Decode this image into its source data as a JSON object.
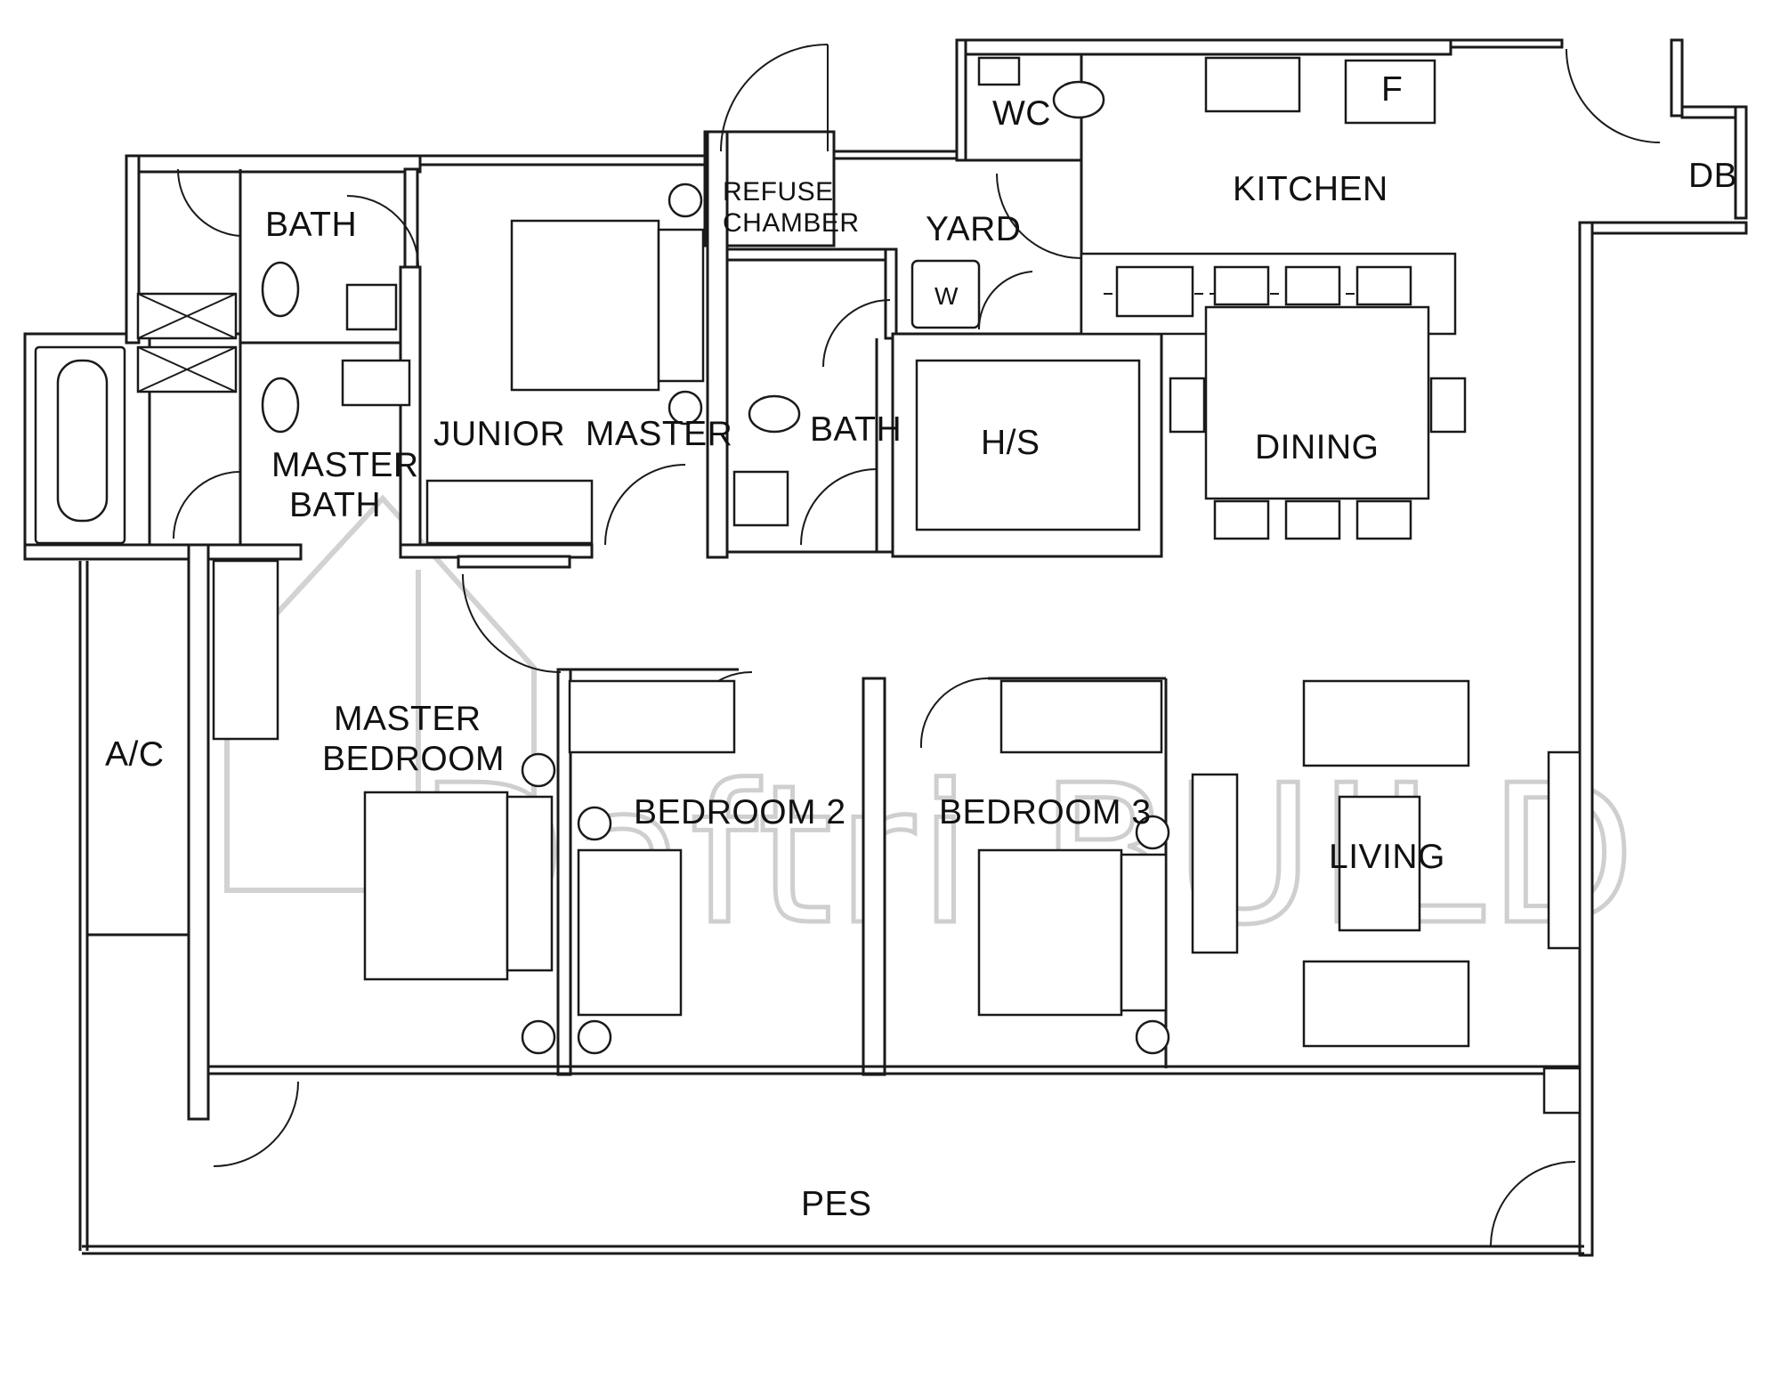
{
  "floor_plan": {
    "rooms": {
      "bath_top": "BATH",
      "master_bath_line1": "MASTER",
      "master_bath_line2": "BATH",
      "junior_master": "JUNIOR  MASTER",
      "refuse_line1": "REFUSE",
      "refuse_line2": "CHAMBER",
      "bath_middle": "BATH",
      "wc": "WC",
      "yard": "YARD",
      "kitchen": "KITCHEN",
      "db": "DB",
      "household_shelter": "H/S",
      "dining": "DINING",
      "fridge": "F",
      "washer": "W",
      "ac": "A/C",
      "master_bedroom_line1": "MASTER",
      "master_bedroom_line2": "BEDROOM",
      "bedroom_2": "BEDROOM 2",
      "bedroom_3": "BEDROOM 3",
      "living": "LIVING",
      "pes": "PES"
    },
    "watermark": "Daftri.BUILD"
  }
}
